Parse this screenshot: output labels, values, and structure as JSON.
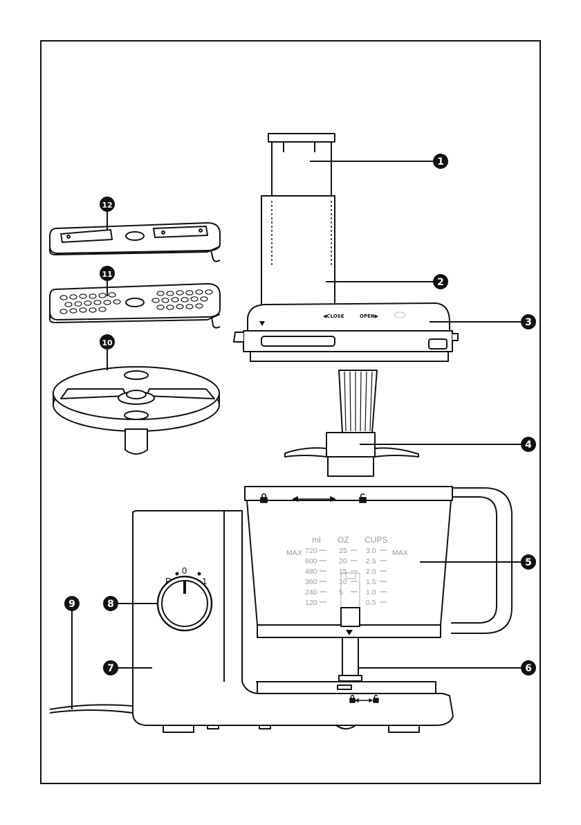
{
  "callouts": [
    {
      "id": "1",
      "label": "❶"
    },
    {
      "id": "2",
      "label": "❷"
    },
    {
      "id": "3",
      "label": "❸"
    },
    {
      "id": "4",
      "label": "❹"
    },
    {
      "id": "5",
      "label": "❺"
    },
    {
      "id": "6",
      "label": "❻"
    },
    {
      "id": "7",
      "label": "❼"
    },
    {
      "id": "8",
      "label": "❽"
    },
    {
      "id": "9",
      "label": "❾"
    },
    {
      "id": "10",
      "label": "❿"
    },
    {
      "id": "11",
      "label": "⓫"
    },
    {
      "id": "12",
      "label": "⓬"
    }
  ],
  "lid": {
    "close_label": "◀CLOSE",
    "open_label": "OPEN▶"
  },
  "dial": {
    "p": "P",
    "zero": "0",
    "one": "1"
  },
  "scale": {
    "headers": {
      "ml": "ml",
      "oz": "OZ",
      "cups": "CUPS"
    },
    "max_left": "MAX",
    "max_right": "MAX",
    "ml": [
      "720",
      "600",
      "480",
      "360",
      "240",
      "120"
    ],
    "oz": [
      "25",
      "20",
      "15",
      "10",
      "5"
    ],
    "cups": [
      "3.0",
      "2.5",
      "2.0",
      "1.5",
      "1.0",
      "0.5"
    ]
  }
}
